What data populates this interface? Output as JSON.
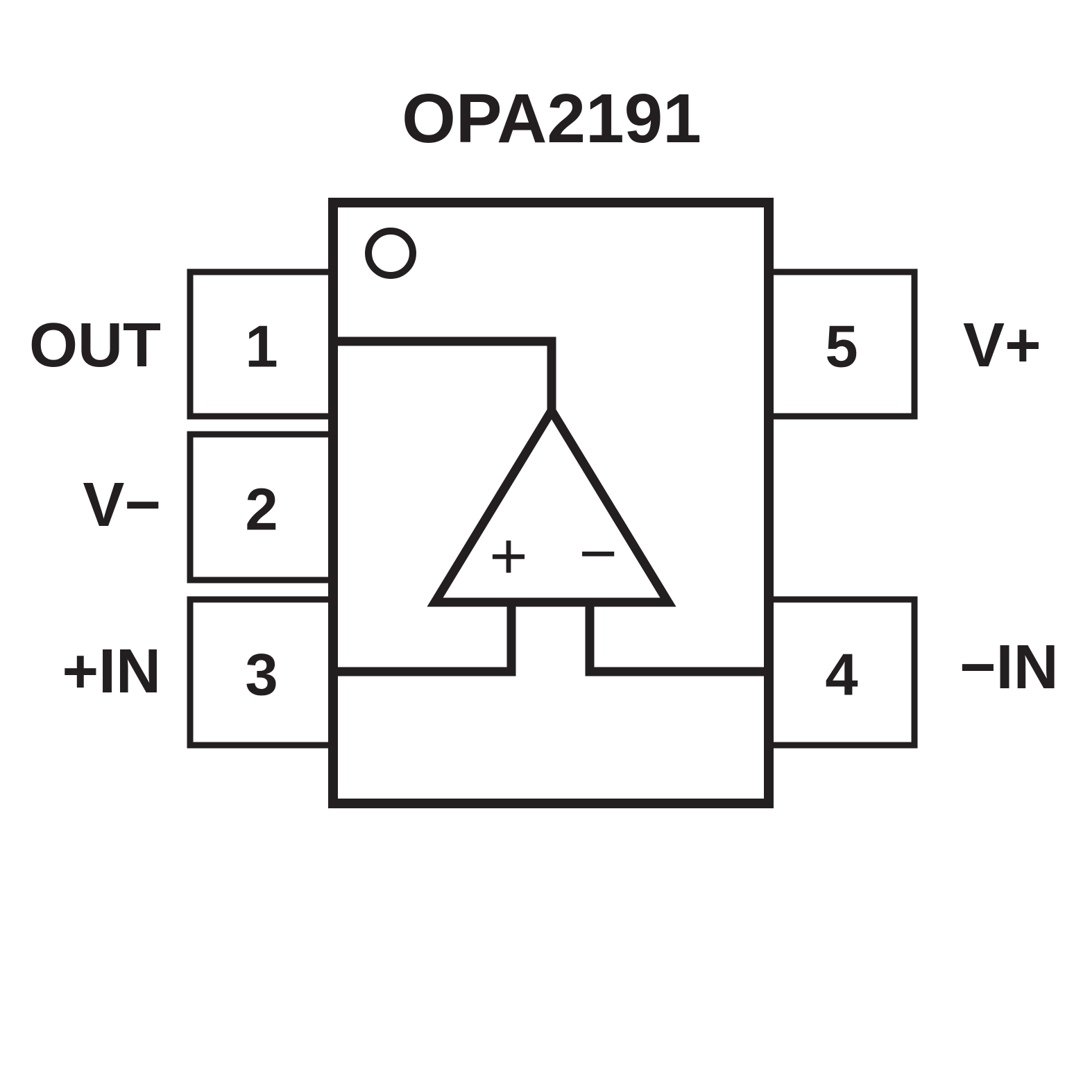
{
  "title": "OPA2191",
  "colors": {
    "line": "#231f20",
    "background": "#ffffff"
  },
  "package": {
    "pin1_indicator": "index-dot"
  },
  "pins": {
    "left": [
      {
        "number": "1",
        "label": "OUT"
      },
      {
        "number": "2",
        "label": "V−"
      },
      {
        "number": "3",
        "label": "+IN"
      }
    ],
    "right": [
      {
        "number": "5",
        "label": "V+"
      },
      {
        "number": "4",
        "label": "−IN"
      }
    ]
  },
  "opamp": {
    "noninverting_sign": "+",
    "inverting_sign": "−"
  }
}
